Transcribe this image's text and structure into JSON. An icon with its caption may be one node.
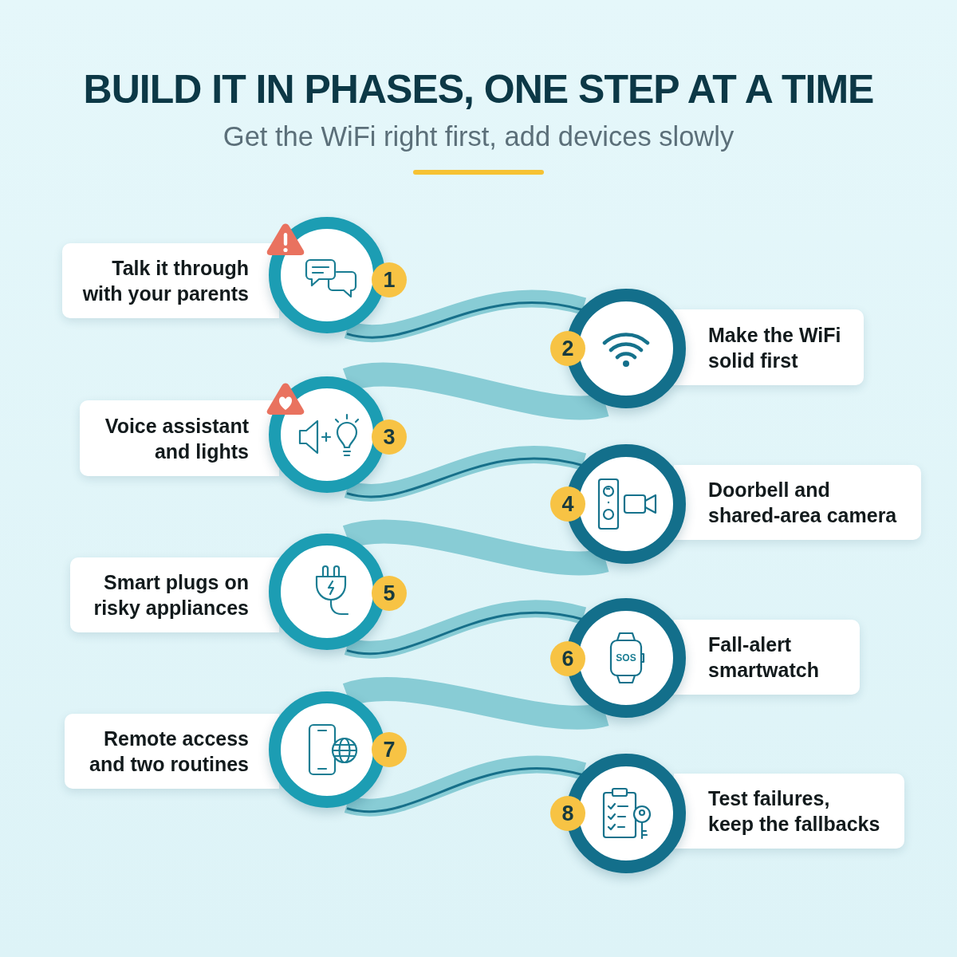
{
  "diagram": {
    "title": "BUILD IT IN PHASES, ONE STEP AT A TIME",
    "nodes": [
      {
        "text": [
          "Talk it through with your parents"
        ]
      },
      {
        "text": [],
        "shape": "circle"
      },
      {
        "text": [
          "1"
        ]
      },
      {
        "text": [
          "2"
        ]
      },
      {
        "text": [],
        "shape": "circle"
      },
      {
        "text": [
          "Make the WiFi solid first"
        ]
      },
      {
        "text": [
          "Voice assistant and lights"
        ]
      },
      {
        "text": [],
        "shape": "circle"
      },
      {
        "text": [
          "3"
        ]
      },
      {
        "text": [
          "4"
        ]
      },
      {
        "text": [],
        "shape": "circle"
      },
      {
        "text": [
          "Doorbell and shared-area camera"
        ]
      },
      {
        "text": [
          "Smart plugs on risky appliances"
        ]
      },
      {
        "text": [],
        "shape": "circle"
      },
      {
        "text": [
          "5"
        ]
      },
      {
        "text": [
          "6"
        ]
      },
      {
        "text": [],
        "shape": "circle"
      },
      {
        "text": [
          "Fall-alert smartwatch"
        ]
      },
      {
        "text": [
          "Remote access and two routines"
        ]
      },
      {
        "text": [],
        "shape": "circle"
      },
      {
        "text": [
          "7"
        ]
      },
      {
        "text": [
          "8"
        ]
      },
      {
        "text": [],
        "shape": "circle"
      },
      {
        "text": [
          "Test failures, keep the fallbacks"
        ]
      }
    ],
    "edges": [
      {
        "from": 1,
        "to": 4,
        "arrow": "none"
      },
      {
        "from": 4,
        "to": 7,
        "arrow": "none"
      },
      {
        "from": 7,
        "to": 10,
        "arrow": "none"
      },
      {
        "from": 10,
        "to": 13,
        "arrow": "none"
      },
      {
        "from": 13,
        "to": 16,
        "arrow": "none"
      },
      {
        "from": 16,
        "to": 19,
        "arrow": "none"
      },
      {
        "from": 19,
        "to": 22,
        "arrow": "none"
      }
    ],
    "labels": [
      "Get the WiFi right first, add devices slowly",
      "SOS"
    ]
  }
}
